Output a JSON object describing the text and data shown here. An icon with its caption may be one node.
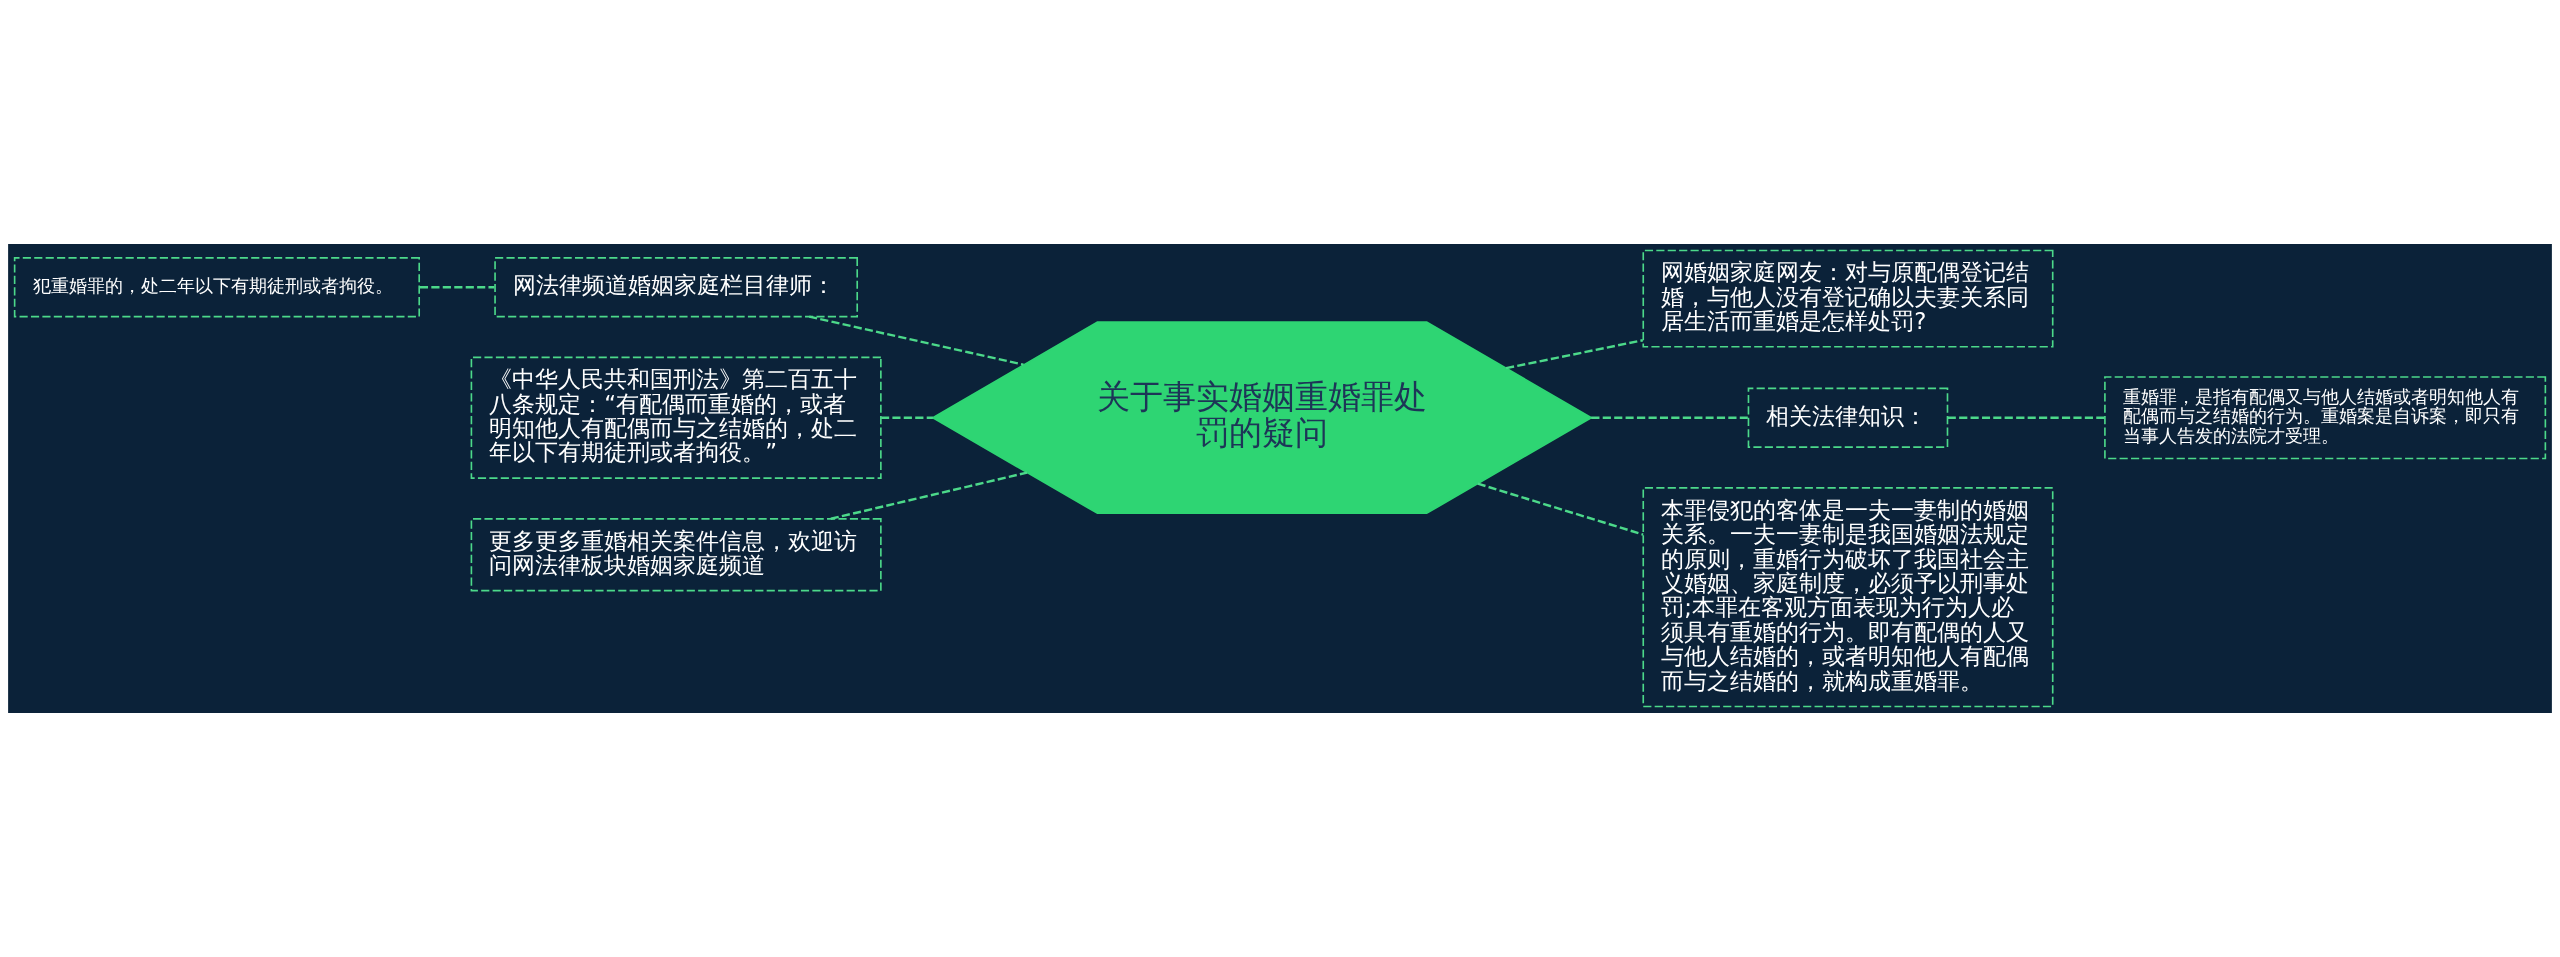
{
  "diagram": {
    "nodes": [
      {
        "text": [
          "关于事实婚姻重婚罪处罚的疑问"
        ]
      },
      {
        "text": [
          "网法律频道婚姻家庭栏目律师："
        ]
      },
      {
        "text": [
          "犯重婚罪的，处二年以下有期徒刑或者拘役。"
        ]
      },
      {
        "text": [
          "《中华人民共和国刑法》第二百五十八条规定：“有配偶而重婚的，或者明知他人有配偶而与之结婚的，处二年以下有期徒刑或者拘役。”"
        ]
      },
      {
        "text": [
          "更多更多重婚相关案件信息，欢迎访问网法律板块婚姻家庭频道"
        ]
      },
      {
        "text": [
          "网婚姻家庭网友：对与原配偶登记结婚，与他人没有登记确以夫妻关系同居生活而重婚是怎样处罚?"
        ]
      },
      {
        "text": [
          "相关法律知识："
        ]
      },
      {
        "text": [
          "重婚罪，是指有配偶又与他人结婚或者明知他人有配偶而与之结婚的行为。重婚案是自诉案，即只有当事人告发的法院才受理。"
        ]
      },
      {
        "text": [
          "本罪侵犯的客体是一夫一妻制的婚姻关系。一夫一妻制是我国婚姻法规定的原则，重婚行为破坏了我国社会主义婚姻、家庭制度，必须予以刑事处罚;本罪在客观方面表现为行为人必须具有重婚的行为。即有配偶的人又与他人结婚的，或者明知他人有配偶而与之结婚的，就构成重婚罪。"
        ]
      }
    ],
    "edges": [
      {
        "from": 0,
        "to": 1,
        "arrow": "none",
        "style": "dashed"
      },
      {
        "from": 1,
        "to": 2,
        "arrow": "none",
        "style": "dashed"
      },
      {
        "from": 0,
        "to": 3,
        "arrow": "none",
        "style": "dashed"
      },
      {
        "from": 0,
        "to": 4,
        "arrow": "none",
        "style": "dashed"
      },
      {
        "from": 0,
        "to": 5,
        "arrow": "none",
        "style": "dashed"
      },
      {
        "from": 0,
        "to": 6,
        "arrow": "none",
        "style": "dashed"
      },
      {
        "from": 6,
        "to": 7,
        "arrow": "none",
        "style": "dashed"
      },
      {
        "from": 0,
        "to": 8,
        "arrow": "none",
        "style": "dashed"
      }
    ]
  }
}
